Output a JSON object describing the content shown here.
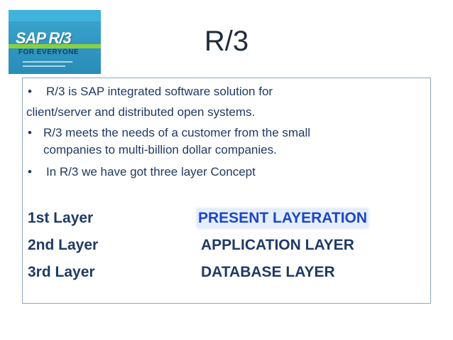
{
  "slide": {
    "title": "R/3",
    "bullets": [
      {
        "bullet": "•",
        "text": "R/3 is SAP integrated software solution for"
      },
      {
        "bullet": "",
        "text": "client/server and distributed open systems."
      },
      {
        "bullet": "•",
        "text": "R/3 meets the needs of a customer from the small"
      },
      {
        "bullet": "",
        "text": "companies to multi-billion dollar companies."
      },
      {
        "bullet": "•",
        "text": "In R/3 we have got three layer Concept"
      }
    ],
    "layers": [
      {
        "label": "1st Layer",
        "name": "PRESENT LAYERATION"
      },
      {
        "label": "2nd Layer",
        "name": "APPLICATION LAYER"
      },
      {
        "label": "3rd Layer",
        "name": "DATABASE LAYER"
      }
    ]
  },
  "book_cover": {
    "logo_text": "SAP R/3",
    "subtitle": "FOR EVERYONE"
  },
  "colors": {
    "text": "#1f3a64",
    "title": "#1f2d3a",
    "highlight": "#1c46c9",
    "border": "#8fa7c9"
  }
}
